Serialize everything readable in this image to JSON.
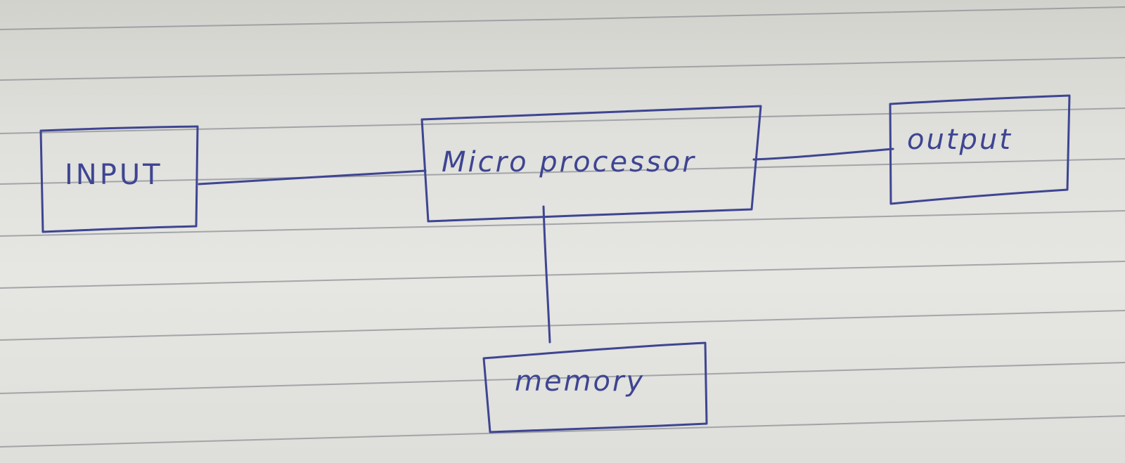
{
  "nodes": {
    "input": {
      "label": "INPUT"
    },
    "microprocessor": {
      "label": "Micro processor"
    },
    "output": {
      "label": "output"
    },
    "memory": {
      "label": "memory"
    }
  },
  "ink_color": "#3e4592",
  "paper_line_color": "#8d9096"
}
